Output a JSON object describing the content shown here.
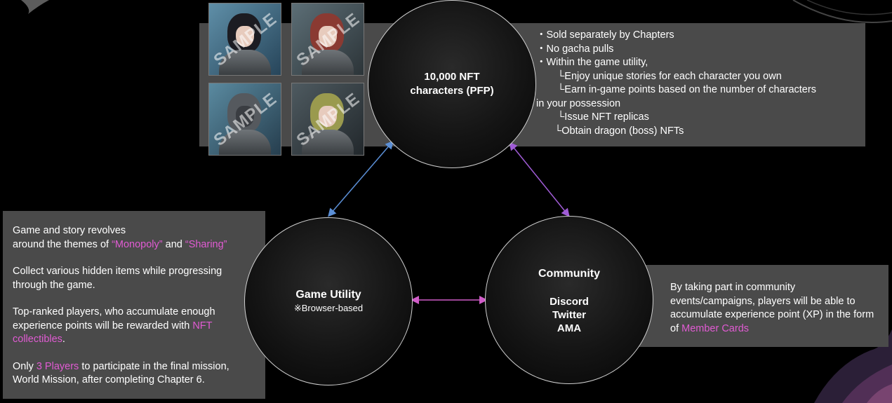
{
  "nodes": {
    "nft": {
      "title_line1": "10,000 NFT",
      "title_line2": "characters (PFP)"
    },
    "game": {
      "title": "Game Utility",
      "subtitle": "※Browser-based"
    },
    "community": {
      "title": "Community",
      "items": [
        "Discord",
        "Twitter",
        "AMA"
      ]
    }
  },
  "thumbnails": {
    "watermark": "SAMPLE"
  },
  "nft_panel": {
    "lines": [
      "・Sold separately by Chapters",
      "・No gacha pulls",
      "・Within the game utility,",
      "└Enjoy unique stories for each character you own",
      "└Earn in-game points based on the number of characters",
      "in your possession",
      "└Issue NFT replicas",
      "└Obtain dragon (boss) NFTs"
    ]
  },
  "game_panel": {
    "p1_line1": "Game and story revolves",
    "p1_line2_a": "around the themes of ",
    "p1_line2_b": "“Monopoly”",
    "p1_line2_c": " and ",
    "p1_line2_d": "“Sharing”",
    "p2": "Collect various hidden items while progressing through the game.",
    "p3_a": "Top-ranked players, who accumulate enough experience points will be rewarded with ",
    "p3_b": "NFT collectibles",
    "p3_c": ".",
    "p4_a": "Only ",
    "p4_b": "3 Players",
    "p4_c": " to participate in the final mission, World Mission, after completing Chapter 6."
  },
  "community_panel": {
    "text_a": "By taking part in community events/campaigns, players will be able to accumulate experience point (XP) in the form of ",
    "text_b": "Member Cards"
  },
  "colors": {
    "accent_pink": "#e15bd3",
    "arrow_blue": "#5b8fd6",
    "arrow_purple": "#a05cd6",
    "arrow_pink": "#d05cc8",
    "panel_gray": "#4a4a4a"
  }
}
